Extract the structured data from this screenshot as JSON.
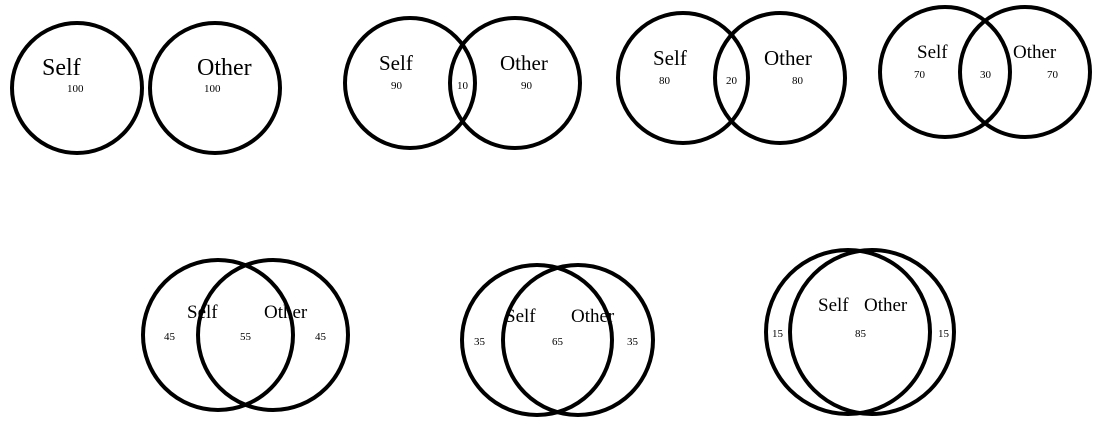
{
  "labels": {
    "self": "Self",
    "other": "Other"
  },
  "diagrams": [
    {
      "self_only": "100",
      "overlap": "",
      "other_only": "100"
    },
    {
      "self_only": "90",
      "overlap": "10",
      "other_only": "90"
    },
    {
      "self_only": "80",
      "overlap": "20",
      "other_only": "80"
    },
    {
      "self_only": "70",
      "overlap": "30",
      "other_only": "70"
    },
    {
      "self_only": "45",
      "overlap": "55",
      "other_only": "45"
    },
    {
      "self_only": "35",
      "overlap": "65",
      "other_only": "35"
    },
    {
      "self_only": "15",
      "overlap": "85",
      "other_only": "15"
    }
  ],
  "colors": {
    "stroke": "#000000",
    "background": "#ffffff"
  }
}
